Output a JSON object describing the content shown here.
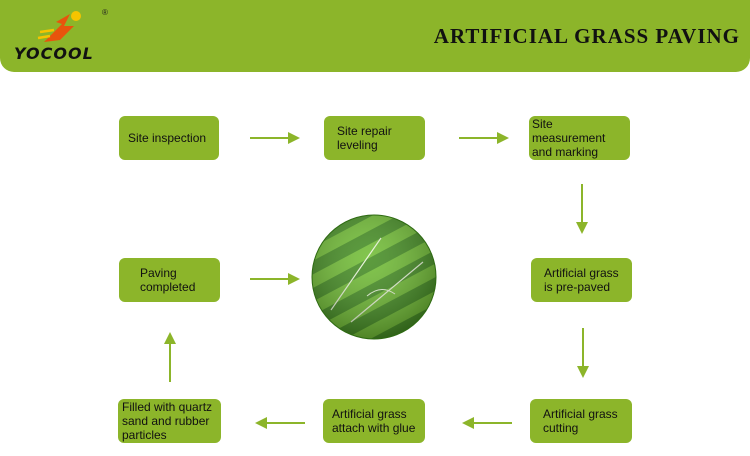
{
  "header": {
    "brand": "YOCOOL",
    "registered_mark": "®",
    "title": "ARTIFICIAL GRASS PAVING"
  },
  "colors": {
    "accent": "#8cb52a",
    "arrow": "#8cb52a"
  },
  "steps": [
    {
      "label": "Site inspection"
    },
    {
      "label": "Site repair leveling"
    },
    {
      "label": "Site measurement and marking"
    },
    {
      "label": "Artificial grass is pre-paved"
    },
    {
      "label": "Artificial grass cutting"
    },
    {
      "label": "Artificial grass attach with glue"
    },
    {
      "label": "Filled with quartz sand and rubber particles"
    },
    {
      "label": "Paving completed"
    }
  ],
  "center_image": "football-field-turf"
}
